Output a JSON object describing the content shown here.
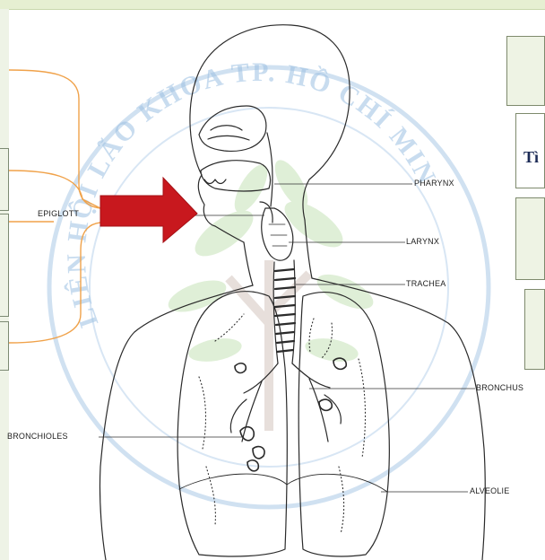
{
  "labels": {
    "pharynx": "PHARYNX",
    "larynx": "LARYNX",
    "trachea": "TRACHEA",
    "bronchus": "BRONCHUS",
    "bronchioles": "BRONCHIOLES",
    "alveolie": "ALVEOLIE",
    "epiglottis": "EPIGLOTT"
  },
  "side_boxes": [
    {
      "text": ""
    },
    {
      "text": "Tì"
    },
    {
      "text": ""
    },
    {
      "text": ""
    }
  ],
  "watermark": {
    "text": "LIÊN HỘI LÃO KHOA TP. HỒ CHÍ MINH",
    "color": "#7aa8d4"
  },
  "colors": {
    "arrow": "#c8181e",
    "bracket": "#f0a24a",
    "box_fill": "#eef3e4",
    "top_strip": "#e6efd2"
  }
}
